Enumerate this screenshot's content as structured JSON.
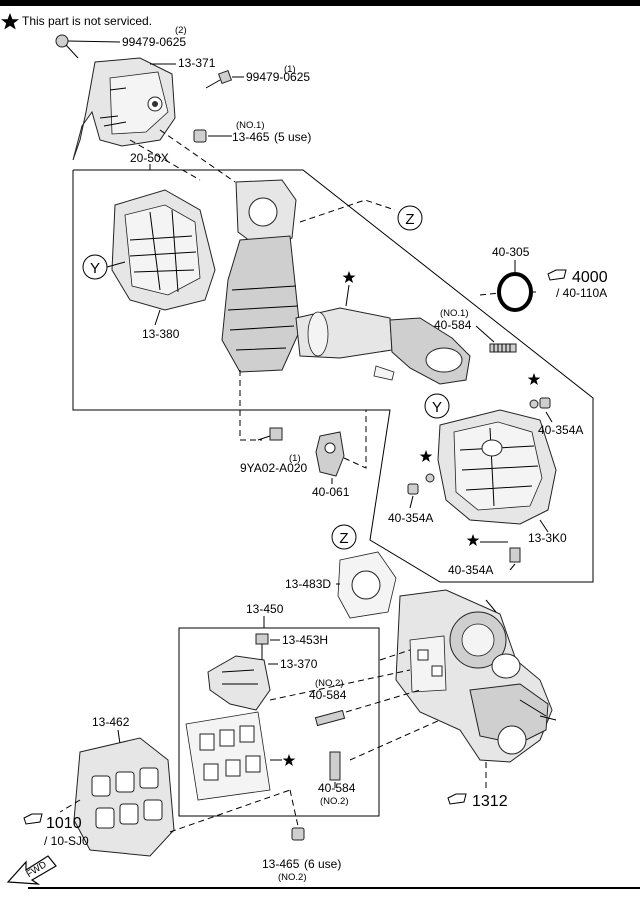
{
  "note": "This part is not serviced.",
  "labels": {
    "b99479_q2": "(2)",
    "b99479_a": "99479-0625",
    "p13371": "13-371",
    "b99479_q1": "(1)",
    "b99479_b": "99479-0625",
    "no1_a": "(NO.1)",
    "p13465_5": "13-465",
    "use5": "(5 use)",
    "p2050x": "20-50X",
    "z1": "Z",
    "y1": "Y",
    "p40305": "40-305",
    "ref4000": "4000",
    "ref40110a": "/ 40-110A",
    "p13380": "13-380",
    "no1_b": "(NO.1)",
    "p40584_a": "40-584",
    "y2": "Y",
    "p40354a_1": "40-354A",
    "q1_9ya": "(1)",
    "p9ya02": "9YA02-A020",
    "p40061": "40-061",
    "p40354a_2": "40-354A",
    "p133k0": "13-3K0",
    "p40354a_3": "40-354A",
    "z2": "Z",
    "p13483d": "13-483D",
    "p13450": "13-450",
    "p13453h": "13-453H",
    "p13370": "13-370",
    "no2_a": "(NO.2)",
    "p40584_b": "40-584",
    "p13462": "13-462",
    "p40584_c": "40-584",
    "no2_b": "(NO.2)",
    "ref1312": "1312",
    "ref1010": "1010",
    "ref10sj0": "/ 10-SJ0",
    "p13465_6": "13-465",
    "use6": "(6 use)",
    "no2_c": "(NO.2)",
    "fwd": "FWD"
  },
  "icons": {
    "star": "star-icon",
    "reference": "pointing-hand-icon",
    "direction": "fwd-arrow-icon"
  }
}
